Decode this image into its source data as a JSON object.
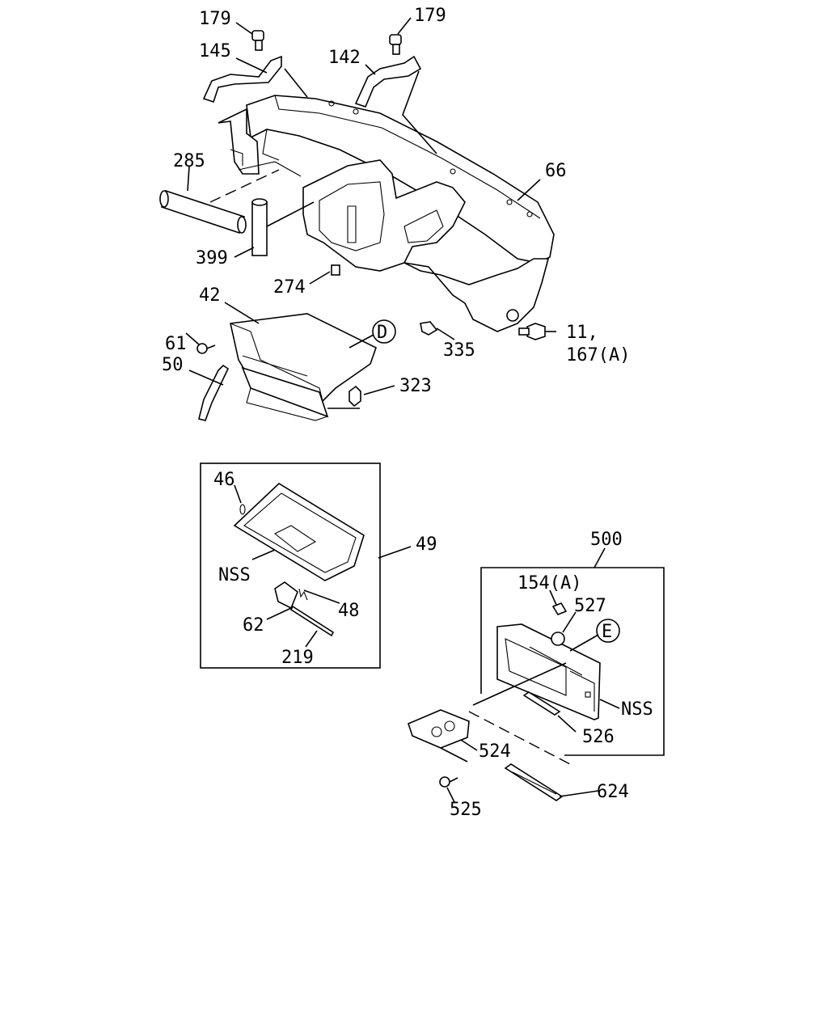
{
  "diagram": {
    "labels": {
      "p179a": "179",
      "p179b": "179",
      "p145": "145",
      "p142": "142",
      "p285": "285",
      "p66": "66",
      "p399": "399",
      "p274": "274",
      "p42": "42",
      "pD": "D",
      "p11": "11,",
      "p167": "167(A)",
      "p61": "61",
      "p335": "335",
      "p50": "50",
      "p323": "323",
      "p46": "46",
      "p49": "49",
      "pNSS1": "NSS",
      "p48": "48",
      "p62": "62",
      "p219": "219",
      "p500": "500",
      "p154": "154(A)",
      "p527": "527",
      "pE": "E",
      "pNSS2": "NSS",
      "p526": "526",
      "p524": "524",
      "p525": "525",
      "p624": "624"
    }
  }
}
